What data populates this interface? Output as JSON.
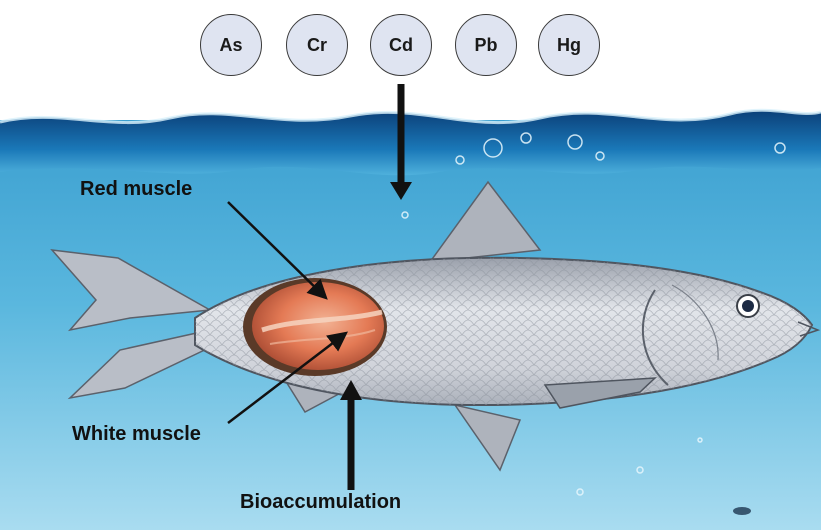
{
  "metals": [
    "As",
    "Cr",
    "Cd",
    "Pb",
    "Hg"
  ],
  "labels": {
    "red_muscle": "Red muscle",
    "white_muscle": "White muscle",
    "bioaccumulation": "Bioaccumulation"
  },
  "colors": {
    "water_top": "#0a4f8f",
    "water_mid": "#3aa6d3",
    "water_bottom": "#9fd6ee",
    "metal_circle_fill": "#dfe4f1",
    "muscle_red": "#e0734f",
    "fish_silver": "#cfd2d8"
  }
}
